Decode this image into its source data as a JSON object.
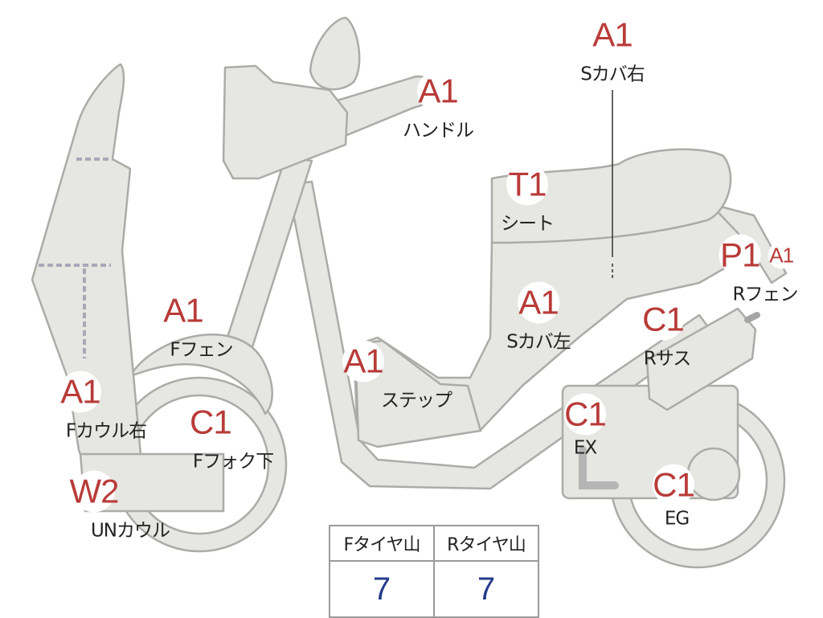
{
  "callouts": [
    {
      "id": "s-cover-right",
      "code": "A1",
      "label": "Sカバ右"
    },
    {
      "id": "handle",
      "code": "A1",
      "label": "ハンドル"
    },
    {
      "id": "seat",
      "code": "T1",
      "label": "シート"
    },
    {
      "id": "r-fender",
      "code": "P1",
      "code2": "A1",
      "label": "Rフェン"
    },
    {
      "id": "f-fender",
      "code": "A1",
      "label": "Fフェン"
    },
    {
      "id": "s-cover-left",
      "code": "A1",
      "label": "Sカバ左"
    },
    {
      "id": "r-suspension",
      "code": "C1",
      "label": "Rサス"
    },
    {
      "id": "step",
      "code": "A1",
      "label": "ステップ"
    },
    {
      "id": "f-cowl-right",
      "code": "A1",
      "label": "Fカウル右"
    },
    {
      "id": "f-fork-lower",
      "code": "C1",
      "label": "Fフォク下"
    },
    {
      "id": "exhaust",
      "code": "C1",
      "label": "EX"
    },
    {
      "id": "engine",
      "code": "C1",
      "label": "EG"
    },
    {
      "id": "under-cowl",
      "code": "W2",
      "label": "UNカウル"
    }
  ],
  "tire_table": {
    "headers": [
      "Fタイヤ山",
      "Rタイヤ山"
    ],
    "values": [
      "7",
      "7"
    ]
  },
  "colors": {
    "part_fill": "#e6e6e2",
    "part_outline": "#ababa8",
    "code_text": "#b83b38",
    "tire_value": "#253c8c"
  }
}
